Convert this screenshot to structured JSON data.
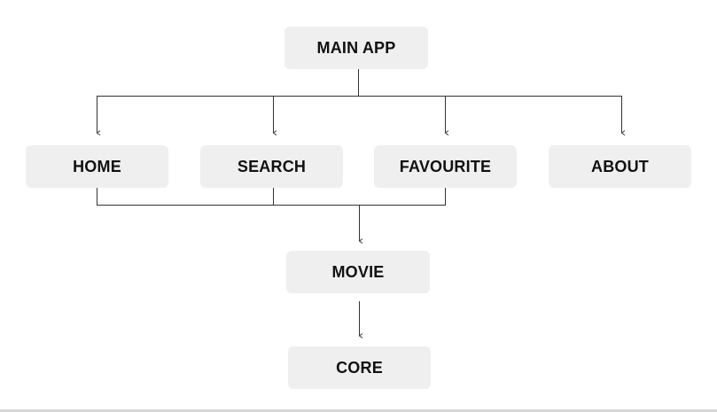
{
  "diagram": {
    "nodes": {
      "main_app": "MAIN APP",
      "home": "HOME",
      "search": "SEARCH",
      "favourite": "FAVOURITE",
      "about": "ABOUT",
      "movie": "MOVIE",
      "core": "CORE"
    },
    "edges": [
      {
        "from": "main_app",
        "to": "home"
      },
      {
        "from": "main_app",
        "to": "search"
      },
      {
        "from": "main_app",
        "to": "favourite"
      },
      {
        "from": "main_app",
        "to": "about"
      },
      {
        "from": "home",
        "to": "movie"
      },
      {
        "from": "search",
        "to": "movie"
      },
      {
        "from": "favourite",
        "to": "movie"
      },
      {
        "from": "movie",
        "to": "core"
      }
    ],
    "colors": {
      "node_fill": "#efefef",
      "line": "#333333",
      "text": "#111111"
    }
  }
}
